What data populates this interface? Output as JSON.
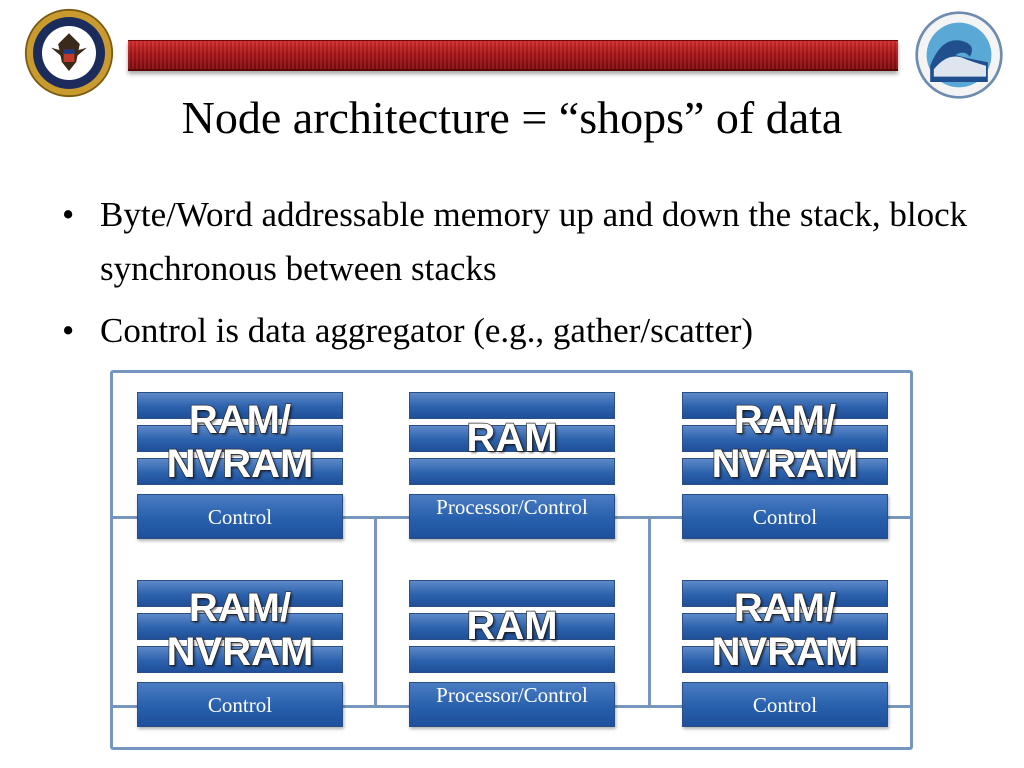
{
  "header": {
    "title": "Node architecture = “shops” of data",
    "left_logo": "nsa-seal-icon",
    "right_logo": "research-directorate-wave-icon"
  },
  "bullets": [
    "Byte/Word addressable memory up and down the stack, block synchronous between stacks",
    "Control is data aggregator (e.g., gather/scatter)"
  ],
  "diagram": {
    "nodes": {
      "top_left": {
        "memory": "RAM/\nNVRAM",
        "control": "Control"
      },
      "top_center": {
        "memory": "RAM",
        "control": "Processor/Control"
      },
      "top_right": {
        "memory": "RAM/\nNVRAM",
        "control": "Control"
      },
      "bottom_left": {
        "memory": "RAM/\nNVRAM",
        "control": "Control"
      },
      "bottom_center": {
        "memory": "RAM",
        "control": "Processor/Control"
      },
      "bottom_right": {
        "memory": "RAM/\nNVRAM",
        "control": "Control"
      }
    }
  },
  "colors": {
    "banner": "#a81418",
    "block_blue": "#2c62ad",
    "wire": "#7796bf"
  }
}
